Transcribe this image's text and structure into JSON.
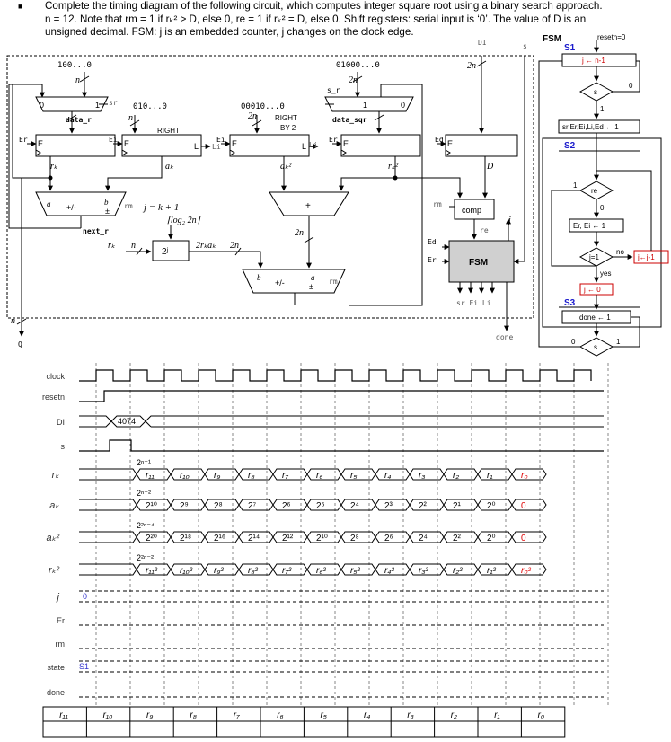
{
  "problem": {
    "line1": "Complete the timing diagram of the following circuit, which computes integer square root using a binary search approach.",
    "line2": "n = 12. Note that rm = 1 if rₖ² > D, else 0, re = 1 if rₖ² = D, else 0. Shift registers: serial input is ‘0’. The value of D is an",
    "line3": "unsigned decimal. FSM: j is an embedded counter, j changes on the clock edge."
  },
  "datapath": {
    "const_100": "100...0",
    "const_010": "010...0",
    "const_00010": "00010...0",
    "const_01000": "01000...0",
    "n": "n",
    "two_n": "2n",
    "sr": "sr",
    "s_r": "s_r",
    "mux0": "0",
    "mux1": "1",
    "data_r": "data_r",
    "data_sqr": "data_sqr",
    "right": "RIGHT",
    "right_by2_a": "RIGHT",
    "right_by2_b": "BY 2",
    "E": "E",
    "L": "L",
    "Er": "Er",
    "Ei": "Ei",
    "Ed": "Ed",
    "Li": "Li",
    "rk": "rₖ",
    "ak": "aₖ",
    "ak2": "aₖ²",
    "rk2": "rₖ²",
    "D": "D",
    "a": "a",
    "b": "b",
    "addsub": "+/-",
    "plus": "+",
    "pm": "±",
    "rm": "rm",
    "re": "re",
    "j_eq1": "j = k + 1",
    "j_eq2": "⌈log₂ 2n⌉",
    "next_r": "next_r",
    "pow2j": "2ʲ",
    "two_rk_ak": "2rₖaₖ",
    "comp": "comp",
    "fsm_block": "FSM",
    "fsm_outputs": "sr Ei Li",
    "done": "done",
    "Q": "Q",
    "DI": "DI",
    "s": "s",
    "j": "j"
  },
  "fsm": {
    "title": "FSM",
    "reset": "resetn=0",
    "S1": "S1",
    "S2": "S2",
    "S3": "S3",
    "s1_action": "j ← n-1",
    "s": "s",
    "zero": "0",
    "one": "1",
    "sr_action": "sr,Er,Ei,Li,Ed ← 1",
    "re": "re",
    "er_ei": "Er, Ei ← 1",
    "j1": "j=1",
    "no": "no",
    "yes": "yes",
    "j_dec": "j←j-1",
    "j_zero": "j ← 0",
    "done_action": "done ← 1"
  },
  "timing": {
    "signals": [
      "clock",
      "resetn",
      "DI",
      "s",
      "rₖ",
      "aₖ",
      "aₖ²",
      "rₖ²",
      "j",
      "Er",
      "rm",
      "state",
      "done"
    ],
    "DI_value": "4074",
    "j_init": "0",
    "state_init": "S1",
    "rk_head": "2ⁿ⁻¹",
    "ak_head": "2ⁿ⁻²",
    "ak2_head": "2²ⁿ⁻⁴",
    "rk2_head": "2²ⁿ⁻²",
    "rk_cells": [
      "r₁₁",
      "r₁₀",
      "r₉",
      "r₈",
      "r₇",
      "r₆",
      "r₅",
      "r₄",
      "r₃",
      "r₂",
      "r₁",
      "r₀"
    ],
    "ak_cells": [
      "2¹⁰",
      "2⁹",
      "2⁸",
      "2⁷",
      "2⁶",
      "2⁵",
      "2⁴",
      "2³",
      "2²",
      "2¹",
      "2⁰",
      "0"
    ],
    "ak2_cells": [
      "2²⁰",
      "2¹⁸",
      "2¹⁶",
      "2¹⁴",
      "2¹²",
      "2¹⁰",
      "2⁸",
      "2⁶",
      "2⁴",
      "2²",
      "2⁰",
      "0"
    ],
    "rk2_cells": [
      "r₁₁²",
      "r₁₀²",
      "r₉²",
      "r₈²",
      "r₇²",
      "r₆²",
      "r₅²",
      "r₄²",
      "r₃²",
      "r₂²",
      "r₁²",
      "r₀²"
    ],
    "accent": "#e00000",
    "blue": "#3333cc"
  },
  "table": {
    "headers": [
      "r₁₁",
      "r₁₀",
      "r₉",
      "r₈",
      "r₇",
      "r₆",
      "r₅",
      "r₄",
      "r₃",
      "r₂",
      "r₁",
      "r₀"
    ]
  }
}
